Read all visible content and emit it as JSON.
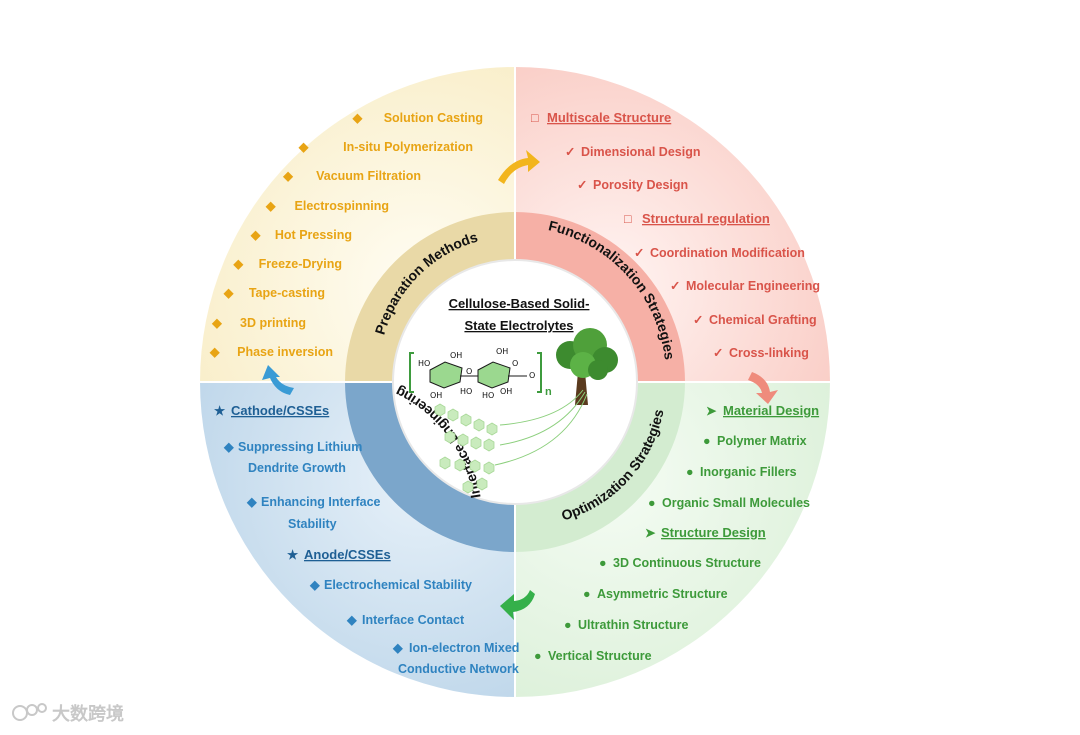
{
  "center": {
    "title_line1": "Cellulose-Based Solid-",
    "title_line2": "State Electrolytes",
    "subscript_n": "n",
    "chem_labels": [
      "HO",
      "OH",
      "OH",
      "OH",
      "O",
      "HO",
      "HO",
      "O",
      "OH",
      "O"
    ]
  },
  "ring": {
    "preparation": "Preparation Methods",
    "functionalization": "Functionalization Strategies",
    "optimization": "Optimization Strategies",
    "interface": "Interface Engineering"
  },
  "preparation_methods": {
    "items": [
      "Solution Casting",
      "In-situ Polymerization",
      "Vacuum Filtration",
      "Electrospinning",
      "Hot Pressing",
      "Freeze-Drying",
      "Tape-casting",
      "3D printing",
      "Phase inversion"
    ],
    "bullet": "◆"
  },
  "functionalization": {
    "heading1": "Multiscale Structure",
    "items1": [
      "Dimensional Design",
      "Porosity Design"
    ],
    "heading2": "Structural regulation",
    "items2": [
      "Coordination Modification",
      "Molecular Engineering",
      "Chemical Grafting",
      "Cross-linking"
    ],
    "head_bullet": "□",
    "item_bullet": "✓"
  },
  "optimization": {
    "heading1": "Material Design",
    "items1": [
      "Polymer Matrix",
      "Inorganic Fillers",
      "Organic Small Molecules"
    ],
    "heading2": "Structure Design",
    "items2": [
      "3D Continuous Structure",
      "Asymmetric Structure",
      "Ultrathin Structure",
      "Vertical Structure"
    ],
    "head_bullet": "➤",
    "item_bullet": "●"
  },
  "interface": {
    "heading1": "Cathode/CSSEs",
    "items1_line": [
      "Suppressing Lithium",
      "Dendrite Growth",
      "Enhancing Interface",
      "Stability"
    ],
    "heading2": "Anode/CSSEs",
    "items2_line": [
      "Electrochemical Stability",
      "Interface Contact",
      "Ion-electron Mixed",
      "Conductive Network"
    ],
    "head_bullet": "★",
    "item_bullet": "◆"
  },
  "watermark": {
    "text": "大数跨境"
  },
  "colors": {
    "prep_fill": "#fbf3d6",
    "prep_ring": "#e7d6a3",
    "prep_text": "#e8a414",
    "func_fill": "#fcdcd7",
    "func_ring": "#f7b2a8",
    "func_text": "#d9544a",
    "opt_fill": "#e5f4e3",
    "opt_ring": "#cfe9cd",
    "opt_text": "#3d9a3a",
    "int_fill": "#d7e7f3",
    "int_ring": "#7fa7c9",
    "int_text": "#2f83c0",
    "arrow_orange": "#f2b51d",
    "arrow_salmon": "#ef8b7c",
    "arrow_green": "#35b04a",
    "arrow_blue": "#3a9bd5"
  }
}
